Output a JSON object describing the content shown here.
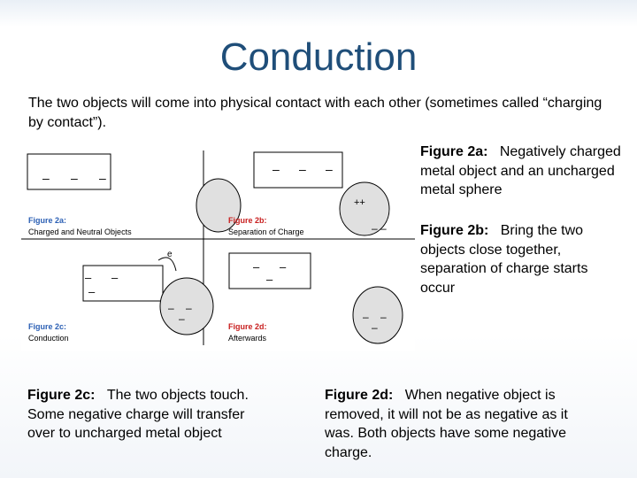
{
  "slide": {
    "title": "Conduction",
    "intro": "The two objects will come into physical contact with each other (sometimes called “charging by contact”)."
  },
  "captions": {
    "fig2a": {
      "label": "Figure 2a:",
      "text": "Negatively charged metal object and an uncharged metal sphere"
    },
    "fig2b": {
      "label": "Figure 2b:",
      "text": "Bring the two objects close together, separation of charge starts occur"
    },
    "fig2c": {
      "label": "Figure 2c:",
      "text": "The two objects touch. Some negative charge will transfer over to uncharged metal object"
    },
    "fig2d": {
      "label": "Figure 2d:",
      "text": "When negative object is removed, it will not be as negative as it was. Both objects have some negative charge."
    }
  },
  "diagram": {
    "panel_a": {
      "title": "Figure 2a:",
      "subtitle": "Charged and Neutral Objects"
    },
    "panel_b": {
      "title": "Figure 2b:",
      "subtitle": "Separation of Charge"
    },
    "panel_c": {
      "title": "Figure 2c:",
      "subtitle": "Conduction"
    },
    "panel_d": {
      "title": "Figure 2d:",
      "subtitle": "Afterwards"
    },
    "minus": "–",
    "plus_pair": "++",
    "electron": "e",
    "colors": {
      "label_blue": "#2b5fb4",
      "label_red": "#c81e1e",
      "sphere": "#e0e0e0",
      "title": "#1f4e79"
    }
  }
}
